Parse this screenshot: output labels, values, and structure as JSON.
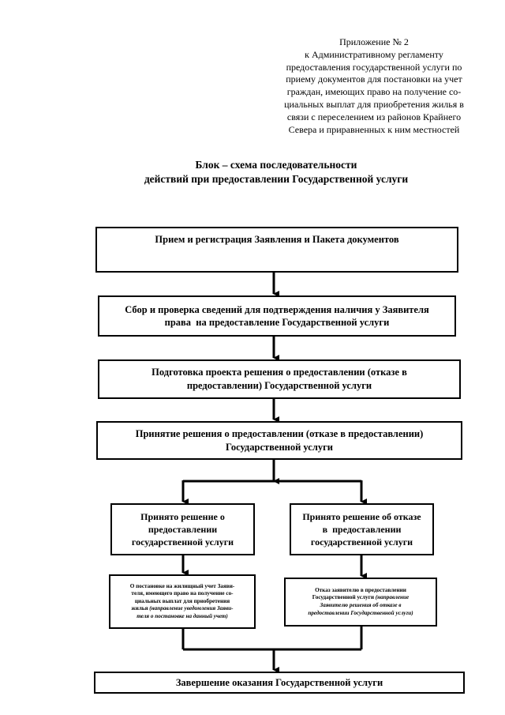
{
  "appendix": {
    "lines": [
      "Приложение № 2",
      "к Административному регламенту",
      "предоставления государственной услуги по",
      "приему документов для постановки на учет",
      "граждан, имеющих право на получение со-",
      "циальных выплат для приобретения жилья в",
      "связи с переселением из районов Крайнего",
      "Севера и приравненных к ним местностей"
    ]
  },
  "title": {
    "line1": "Блок – схема последовательности",
    "line2": "действий при предоставлении Государственной услуги"
  },
  "steps": {
    "reception": "Прием и регистрация Заявления и Пакета документов",
    "verification_line1": "Сбор и проверка сведений для подтверждения наличия у Заявителя",
    "verification_line2": "права  на предоставление Государственной услуги",
    "preparation_line1": "Подготовка проекта решения о предоставлении (отказе в",
    "preparation_line2": "предоставлении) Государственной услуги",
    "decision_line1": "Принятие решения о предоставлении (отказе в предоставлении)",
    "decision_line2": "Государственной услуги",
    "approved_line1": "Принято решение о",
    "approved_line2": "предоставлении",
    "approved_line3": "государственной услуги",
    "refused_line1": "Принято решение об отказе",
    "refused_line2": "в  предоставлении",
    "refused_line3": "государственной услуги",
    "approved_result_line1": "О постановке на жилищный учет Заяви-",
    "approved_result_line2": "теля, имеющего право на получение со-",
    "approved_result_line3": "циальных выплат для приобретения",
    "approved_result_line4_plain": "жилья ",
    "approved_result_line4_italic": "(направление уведомления Заяви-",
    "approved_result_line5_italic": "теля о постановке на данный учет)",
    "refused_result_line1": "Отказ заявителю в предоставлении",
    "refused_result_line2_plain": "Государственной услуги ",
    "refused_result_line2_italic": "(направление",
    "refused_result_line3_italic": "Заявителю решения об отказе в",
    "refused_result_line4_italic": "предоставлении Государственной услуги)",
    "completion": "Завершение оказания Государственной услуги"
  }
}
